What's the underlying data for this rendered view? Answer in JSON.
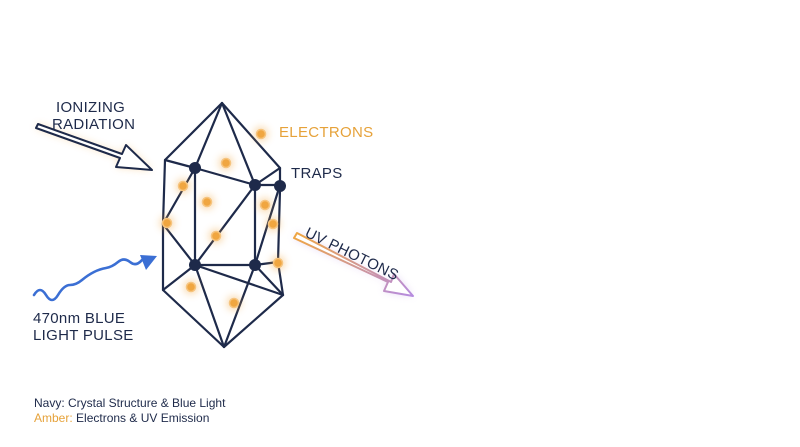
{
  "labels": {
    "ionizing_line1": "IONIZING",
    "ionizing_line2": "RADIATION",
    "electrons": "ELECTRONS",
    "traps": "TRAPS",
    "uv_photons": "UV PHOTONS",
    "blue_line1": "470nm BLUE",
    "blue_line2": "LIGHT PULSE"
  },
  "legend": {
    "navy_text": "Navy: Crystal Structure & Blue Light",
    "amber_key": "Amber:",
    "amber_text": " Electrons & UV Emission"
  },
  "colors": {
    "navy": "#1e2a4a",
    "amber": "#f0a640",
    "blue": "#3b6fd4",
    "violet": "#b58be0"
  }
}
